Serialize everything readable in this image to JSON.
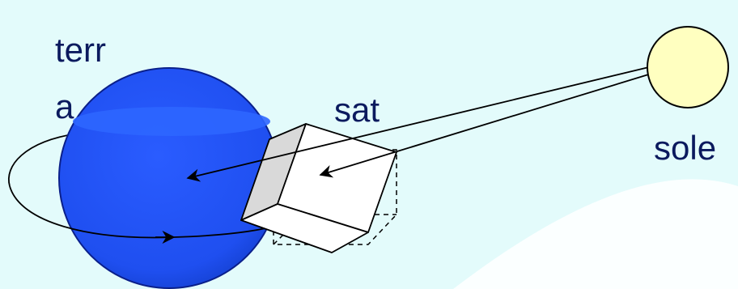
{
  "labels": {
    "earth_line1": "terr",
    "earth_line2": "a",
    "satellite": "sat",
    "sun": "sole"
  },
  "colors": {
    "background": "#e3fbfb",
    "background_arc": "#ffffff",
    "earth_fill": "#1f4ff0",
    "earth_edge": "#0a1f8a",
    "earth_highlight": "#2e66ff",
    "sun_fill": "#ffffc0",
    "satellite_shade": "#d9d9d9",
    "satellite_face": "#ffffff",
    "line": "#000000",
    "text": "#0b1a5e"
  }
}
